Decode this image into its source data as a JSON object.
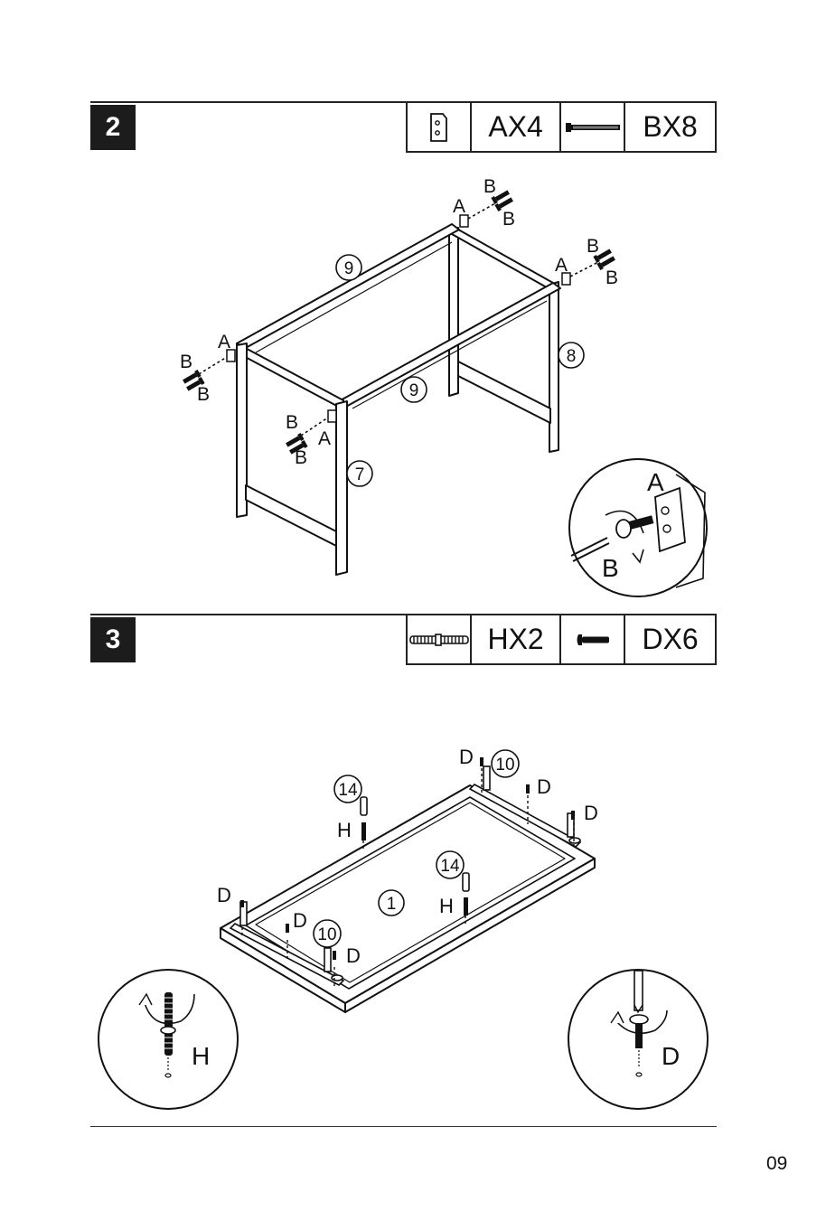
{
  "steps": [
    {
      "number": "2",
      "parts": [
        {
          "icon": "bracket-plate-icon",
          "qty": "AX4"
        },
        {
          "icon": "bolt-icon",
          "qty": "BX8"
        }
      ],
      "labels": {
        "part_9": "9",
        "part_8": "8",
        "part_7": "7",
        "bracket": "A",
        "bolt": "B"
      }
    },
    {
      "number": "3",
      "parts": [
        {
          "icon": "double-threaded-bolt-icon",
          "qty": "HX2"
        },
        {
          "icon": "screw-icon",
          "qty": "DX6"
        }
      ],
      "labels": {
        "panel_1": "1",
        "part_10": "10",
        "part_14": "14",
        "screw": "D",
        "dowel": "H"
      }
    }
  ],
  "page_number": "09"
}
